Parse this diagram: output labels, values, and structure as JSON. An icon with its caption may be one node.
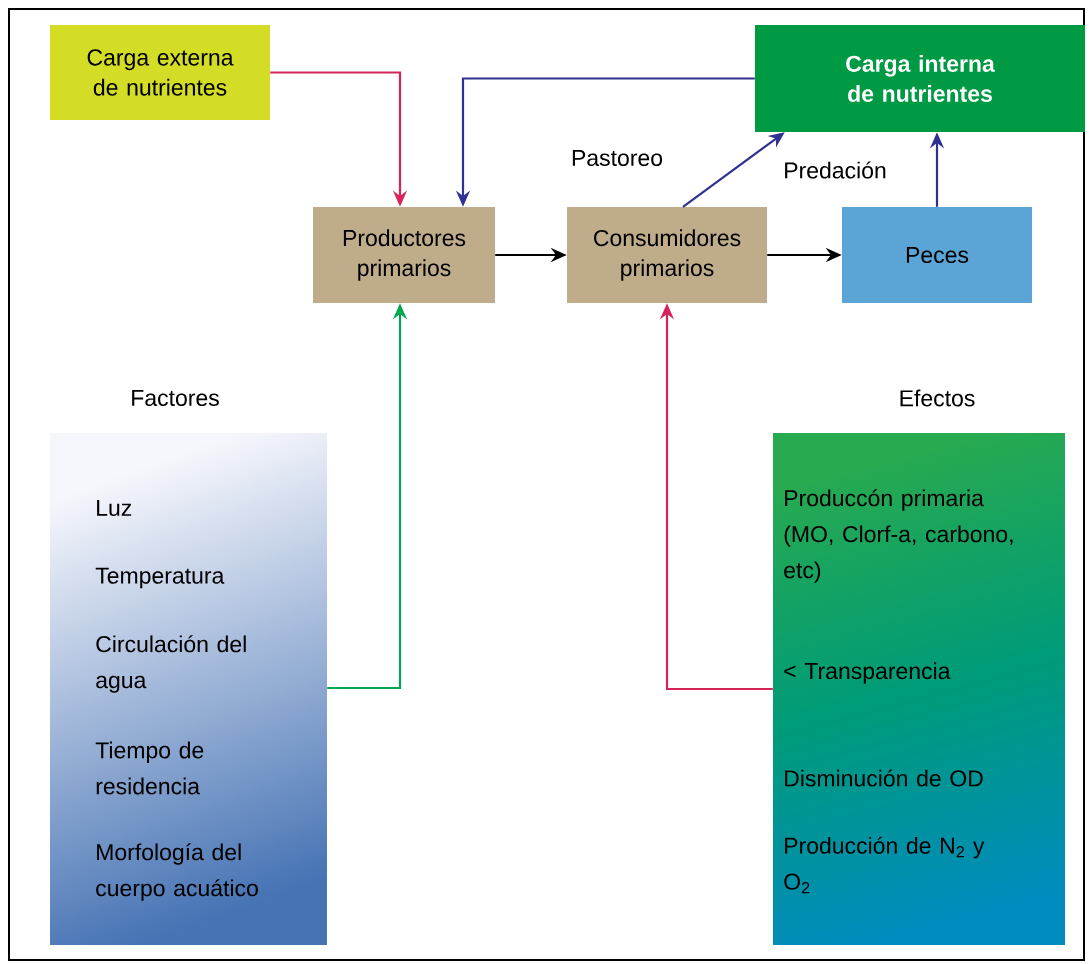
{
  "diagram": {
    "nodes": [
      {
        "text": [
          "Carga externa de nutrientes"
        ]
      },
      {
        "text": [
          "Carga interna de nutrientes"
        ]
      },
      {
        "text": [
          "Productores primarios"
        ]
      },
      {
        "text": [
          "Consumidores primarios"
        ]
      },
      {
        "text": [
          "Peces"
        ]
      },
      {
        "text": [
          "Factores",
          "Luz",
          "Temperatura",
          "Circulación del agua",
          "Tiempo de residencia",
          "Morfología del cuerpo acuático"
        ]
      },
      {
        "text": [
          "Efectos",
          "Produccón primaria (MO, Clorf-a, carbono, etc)",
          "< Transparencia",
          "Disminución de OD",
          "Producción de N$_{2}$ y O$_{2}$"
        ]
      }
    ],
    "edges": [
      {
        "from": 0,
        "to": 2,
        "arrow": "to",
        "color": "#d6245a"
      },
      {
        "from": 1,
        "to": 2,
        "arrow": "to",
        "color": "#2e3192"
      },
      {
        "from": 2,
        "to": 3,
        "arrow": "to",
        "color": "#000000"
      },
      {
        "from": 3,
        "to": 1,
        "arrow": "to",
        "label": "Pastoreo",
        "color": "#2e3192"
      },
      {
        "from": 4,
        "to": 1,
        "arrow": "to",
        "label": "Predación",
        "color": "#2e3192"
      },
      {
        "from": 3,
        "to": 4,
        "arrow": "to",
        "color": "#000000"
      },
      {
        "from": 5,
        "to": 2,
        "arrow": "to",
        "color": "#00a651"
      },
      {
        "from": 6,
        "to": 3,
        "arrow": "to",
        "color": "#d6245a"
      }
    ]
  }
}
